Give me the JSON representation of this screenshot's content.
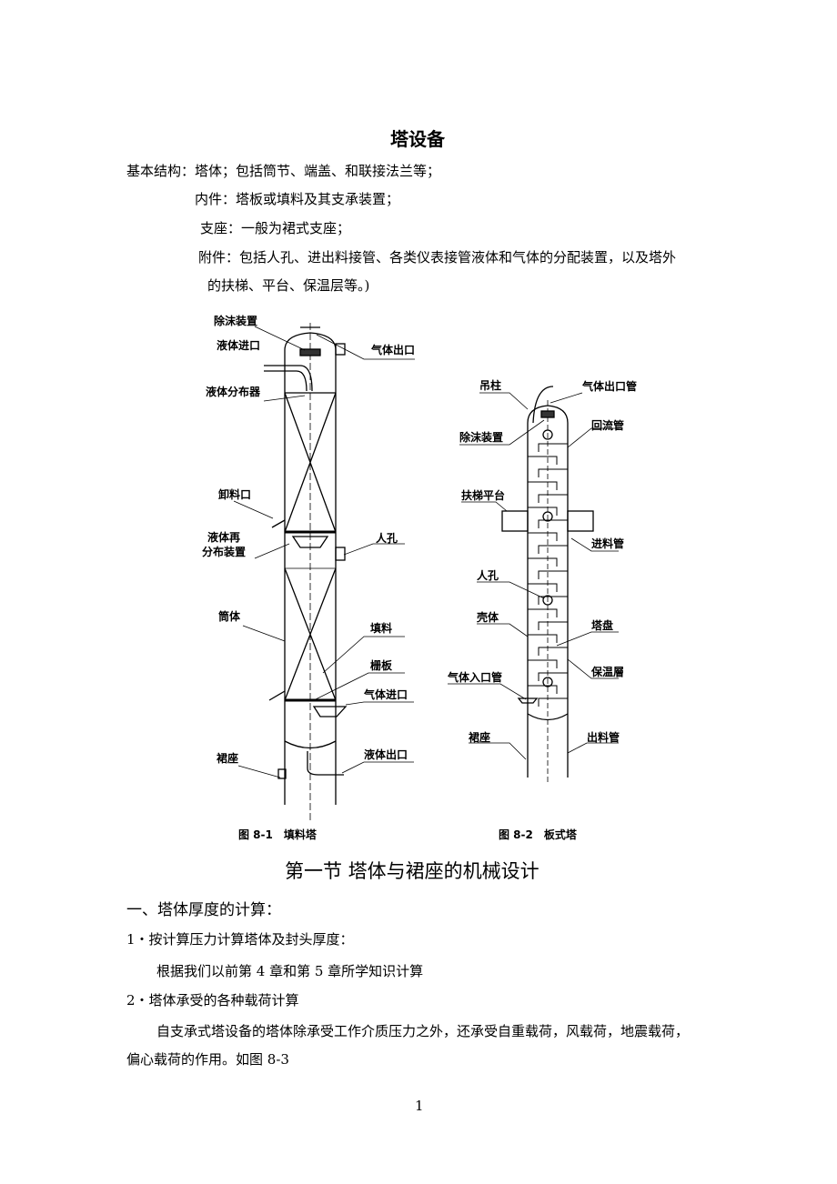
{
  "title": "塔设备",
  "intro": {
    "line1": "基本结构：塔体；包括筒节、端盖、和联接法兰等；",
    "line2": "内件：塔板或填料及其支承装置；",
    "line3": "支座：一般为裙式支座；",
    "line4": "附件：包括人孔、进出料接管、各类仪表接管液体和气体的分配装置，以及塔外",
    "line5": "的扶梯、平台、保温层等。)"
  },
  "figure1": {
    "caption": "图 8-1　填料塔",
    "labels": {
      "demister": "除沫装置",
      "liquid_inlet": "液体进口",
      "liquid_distributor": "液体分布器",
      "discharge_port": "卸料口",
      "redistributor_1": "液体再",
      "redistributor_2": "分布装置",
      "shell": "筒体",
      "skirt": "裙座",
      "gas_outlet": "气体出口",
      "manhole": "人孔",
      "packing": "填料",
      "grid": "栅板",
      "gas_inlet": "气体进口",
      "liquid_outlet": "液体出口"
    }
  },
  "figure2": {
    "caption": "图 8-2　板式塔",
    "labels": {
      "davit": "吊柱",
      "gas_outlet_pipe": "气体出口管",
      "demister": "除沫装置",
      "reflux_pipe": "回流管",
      "ladder_platform": "扶梯平台",
      "feed_pipe": "进料管",
      "manhole": "人孔",
      "shell": "壳体",
      "tray": "塔盘",
      "insulation": "保温層",
      "gas_inlet_pipe": "气体入口管",
      "skirt": "裙座",
      "discharge_pipe": "出料管"
    }
  },
  "section": {
    "heading": "第一节  塔体与裙座的机械设计",
    "sub1": "一、塔体厚度的计算：",
    "item1": "1・按计算压力计算塔体及封头厚度：",
    "item1_text": "根据我们以前第 4 章和第 5 章所学知识计算",
    "item2": "2・塔体承受的各种载荷计算",
    "item2_text1": "自支承式塔设备的塔体除承受工作介质压力之外，还承受自重载荷，风载荷，地震载荷，",
    "item2_text2": "偏心载荷的作用。如图 8-3"
  },
  "page_number": "1"
}
